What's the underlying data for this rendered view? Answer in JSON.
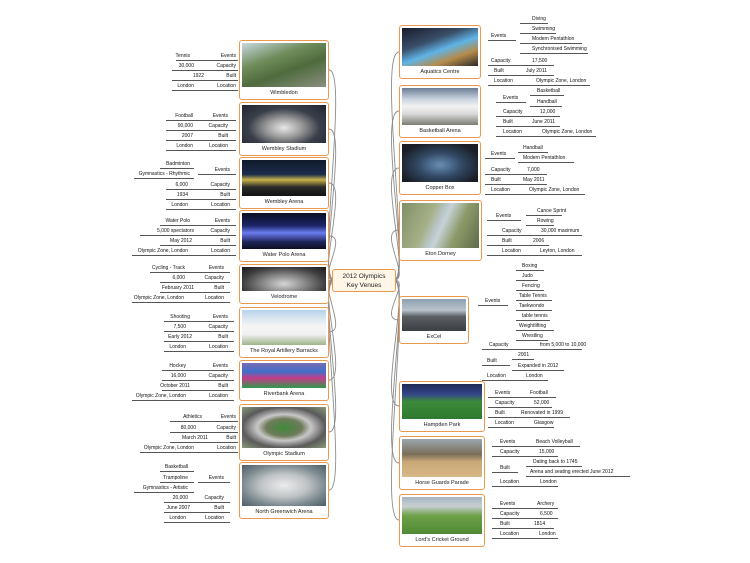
{
  "central_topic": {
    "line1": "2012 Olympics",
    "line2": "Key Venues"
  },
  "venues": {
    "aquatics": {
      "name": "Aquatics Centre",
      "events_label": "Events",
      "events": [
        "Diving",
        "Swimming",
        "Modern Pentathlon",
        "Synchronised Swimming"
      ],
      "capacity_label": "Capacity",
      "capacity": "17,500",
      "built_label": "Built",
      "built": "July 2011",
      "location_label": "Location",
      "location": "Olympic Zone, London"
    },
    "basketball": {
      "name": "Basketball Arena",
      "events_label": "Events",
      "events": [
        "Basketball",
        "Handball"
      ],
      "capacity_label": "Capacity",
      "capacity": "12,000",
      "built_label": "Built",
      "built": "June 2011",
      "location_label": "Location",
      "location": "Olympic Zone, London"
    },
    "copper": {
      "name": "Copper Box",
      "events_label": "Events",
      "events": [
        "Handball",
        "Modern Pentathlon"
      ],
      "capacity_label": "Capacity",
      "capacity": "7,000",
      "built_label": "Built",
      "built": "May 2011",
      "location_label": "Location",
      "location": "Olympic Zone, London"
    },
    "eton": {
      "name": "Eton Dorney",
      "events_label": "Events",
      "events": [
        "Canoe Sprint",
        "Rowing"
      ],
      "capacity_label": "Capacity",
      "capacity": "30,000 maximum",
      "built_label": "Built",
      "built": "2006",
      "location_label": "Location",
      "location": "Leyton, London"
    },
    "excel": {
      "name": "ExCel",
      "events_label": "Events",
      "events": [
        "Boxing",
        "Judo",
        "Fencing",
        "Table Tennis",
        "Taekwondo",
        "table tennis",
        "Weightlifting",
        "Wrestling"
      ],
      "capacity_label": "Capacity",
      "capacity": "from 5,000 to 10,000",
      "built_label": "Built",
      "built": [
        "2001",
        "Expanded in 2012"
      ],
      "location_label": "Location",
      "location": "London"
    },
    "hampden": {
      "name": "Hampden Park",
      "events_label": "Events",
      "events": [
        "Football"
      ],
      "capacity_label": "Capacity",
      "capacity": "52,000",
      "built_label": "Built",
      "built": "Renovated in 1999",
      "location_label": "Location",
      "location": "Glasgow"
    },
    "horseguards": {
      "name": "Horse Guards Parade",
      "events_label": "Events",
      "events": [
        "Beach Volleyball"
      ],
      "capacity_label": "Capacity",
      "capacity": "15,000",
      "built_label": "Built",
      "built": [
        "Dating back to 1745",
        "Arena and seating erected June 2012"
      ],
      "location_label": "Location",
      "location": "London"
    },
    "lords": {
      "name": "Lord's Cricket Ground",
      "events_label": "Events",
      "events": [
        "Archery"
      ],
      "capacity_label": "Capacity",
      "capacity": "6,500",
      "built_label": "Built",
      "built": "1814",
      "location_label": "Location",
      "location": "London"
    },
    "wimbledon": {
      "name": "Wimbledon",
      "events_label": "Events",
      "events": [
        "Tennis"
      ],
      "capacity_label": "Capacity",
      "capacity": "30,000",
      "built_label": "Built",
      "built": "1922",
      "location_label": "Location",
      "location": "London"
    },
    "wembley_stadium": {
      "name": "Wembley Stadium",
      "events_label": "Events",
      "events": [
        "Football"
      ],
      "capacity_label": "Capacity",
      "capacity": "90,000",
      "built_label": "Built",
      "built": "2007",
      "location_label": "Location",
      "location": "London"
    },
    "wembley_arena": {
      "name": "Wembley Arena",
      "events_label": "Events",
      "events": [
        "Badminton",
        "Gymnastics - Rhythmic"
      ],
      "capacity_label": "Capacity",
      "capacity": "6,000",
      "built_label": "Built",
      "built": "1934",
      "location_label": "Location",
      "location": "London"
    },
    "waterpolo": {
      "name": "Water Polo Arena",
      "events_label": "Events",
      "events": [
        "Water Polo"
      ],
      "capacity_label": "Capacity",
      "capacity": "5,000 spectators",
      "built_label": "Built",
      "built": "May 2012",
      "location_label": "Location",
      "location": "Olympic Zone, London"
    },
    "velodrome": {
      "name": "Velodrome",
      "events_label": "Events",
      "events": [
        "Cycling - Track"
      ],
      "capacity_label": "Capacity",
      "capacity": "6,000",
      "built_label": "Built",
      "built": "February 2011",
      "location_label": "Location",
      "location": "Olympic Zone, London"
    },
    "artillery": {
      "name": "The Royal Artillery Barracks",
      "events_label": "Events",
      "events": [
        "Shooting"
      ],
      "capacity_label": "Capacity",
      "capacity": "7,500",
      "built_label": "Built",
      "built": "Early 2012",
      "location_label": "Location",
      "location": "London"
    },
    "riverbank": {
      "name": "Riverbank Arena",
      "events_label": "Events",
      "events": [
        "Hockey"
      ],
      "capacity_label": "Capacity",
      "capacity": "16,000",
      "built_label": "Built",
      "built": "October 2011",
      "location_label": "Location",
      "location": "Olympic Zone, London"
    },
    "olympic_stadium": {
      "name": "Olympic Stadium",
      "events_label": "Events",
      "events": [
        "Athletics"
      ],
      "capacity_label": "Capacity",
      "capacity": "80,000",
      "built_label": "Built",
      "built": "March 2011",
      "location_label": "Location",
      "location": "Olympic Zone, London"
    },
    "north_greenwich": {
      "name": "North Greenwich Arena",
      "events_label": "Events",
      "events": [
        "Basketball",
        "Trampoline",
        "Gymnastics - Artistic"
      ],
      "capacity_label": "Capacity",
      "capacity": "20,000",
      "built_label": "Built",
      "built": "June 2007",
      "location_label": "Location",
      "location": "London"
    }
  },
  "colors": {
    "node_border": "#e99a4f",
    "center_fill": "#fff6e8",
    "connector": "#8c8c8c"
  }
}
